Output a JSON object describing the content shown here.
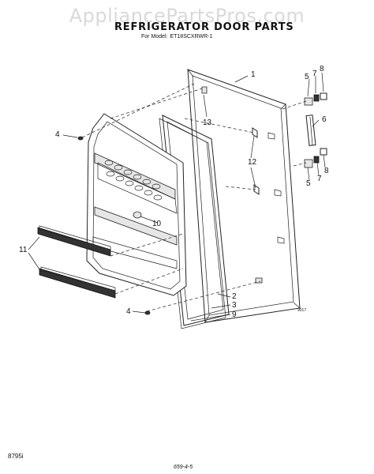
{
  "watermark": "AppliancePartsPros.com",
  "header": {
    "title": "REFRIGERATOR DOOR PARTS",
    "model_prefix": "For Model:",
    "model_number": "ET18SCXRWR-1"
  },
  "callouts": {
    "c1": "1",
    "c2": "2",
    "c3": "3",
    "c4a": "4",
    "c4b": "4",
    "c5a": "5",
    "c5b": "5",
    "c6": "6",
    "c7a": "7",
    "c7b": "7",
    "c8a": "8",
    "c8b": "8",
    "c9": "9",
    "c10": "10",
    "c11": "11",
    "c12": "12",
    "c13": "13"
  },
  "footer": {
    "left_code": "8795i",
    "center_code": "659-4-5",
    "right_code": "9017"
  }
}
